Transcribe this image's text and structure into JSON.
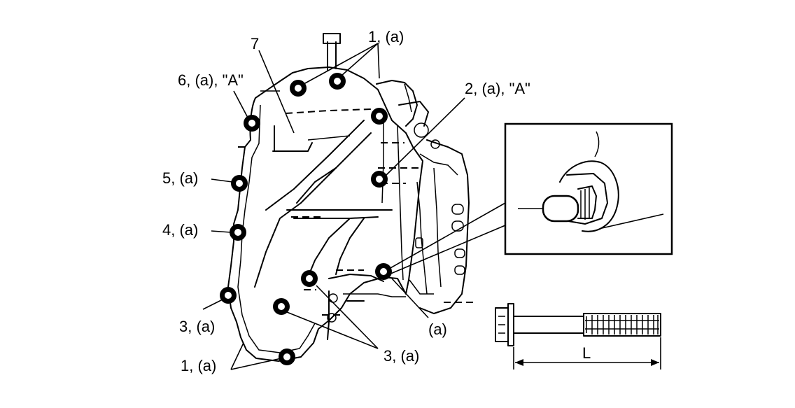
{
  "callouts": {
    "top_bolts": "1, (a)",
    "cover": "7",
    "bolt_6": "6, (a), \"A\"",
    "bolt_2": "2, (a), \"A\"",
    "bolt_5": "5, (a)",
    "bolt_4": "4, (a)",
    "bolt_3_left": "3, (a)",
    "bolt_1_bottom": "1, (a)",
    "bolt_3_bottom": "3, (a)",
    "bolt_a_right": "(a)"
  },
  "bolt_detail": {
    "length_label": "L"
  },
  "icons": {
    "bolt_marker": "bolt-head-icon",
    "dimension_arrow": "dimension-arrow-icon"
  }
}
